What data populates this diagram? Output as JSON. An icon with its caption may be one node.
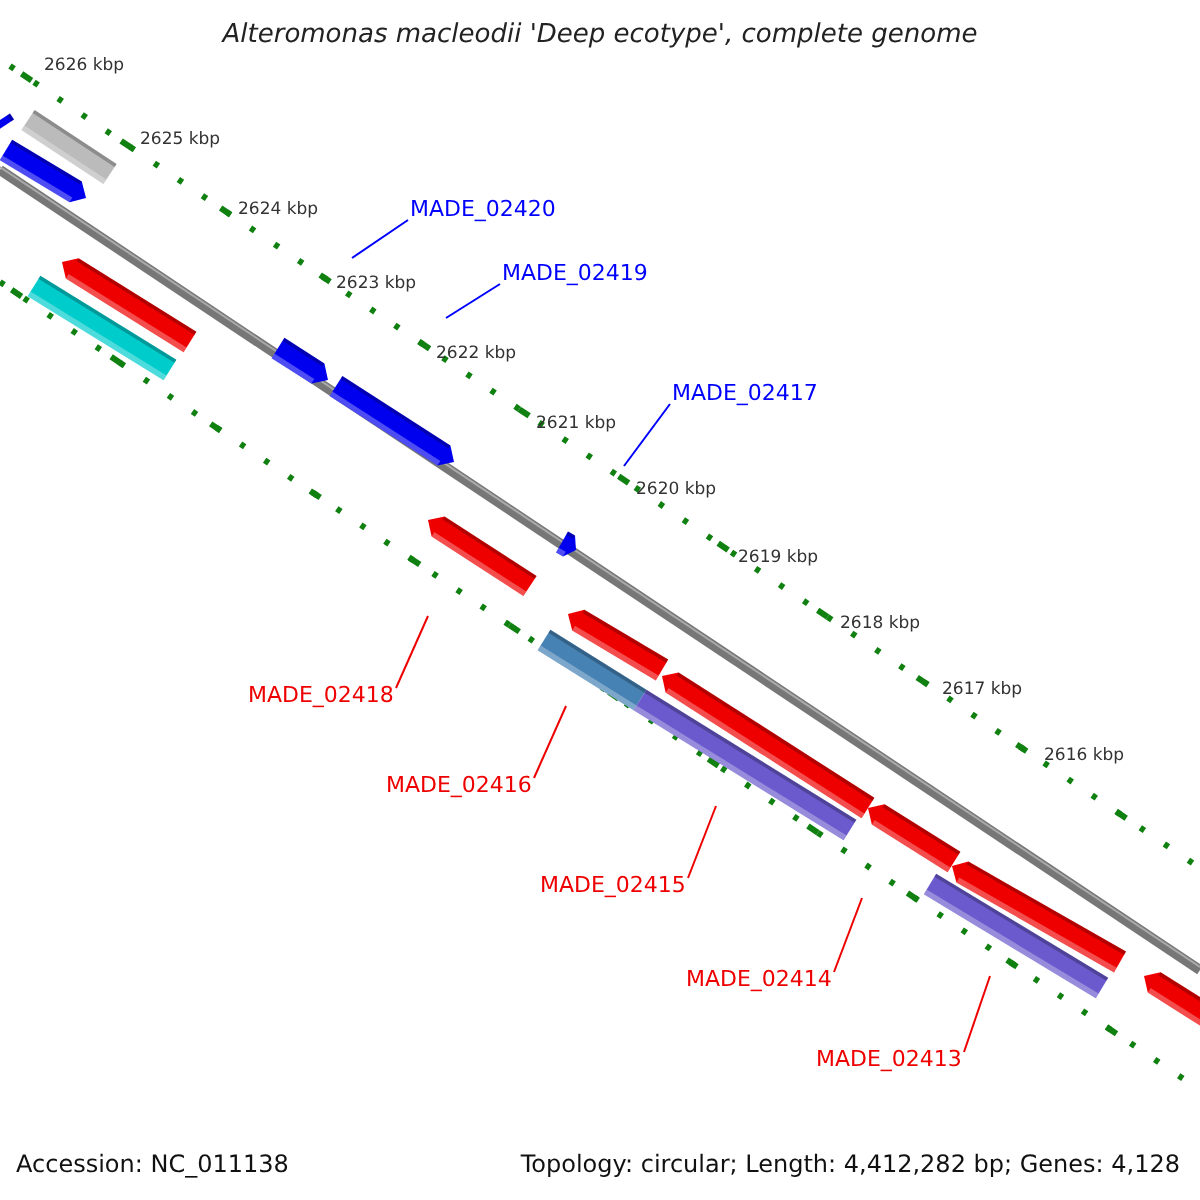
{
  "diagram": {
    "title": "Alteromonas macleodii 'Deep ecotype', complete genome",
    "nodes": [
      {
        "text": [
          "MADE_02420"
        ]
      },
      {
        "text": [
          "MADE_02419"
        ]
      },
      {
        "text": [
          "MADE_02417"
        ]
      },
      {
        "text": [
          "MADE_02418"
        ]
      },
      {
        "text": [
          "MADE_02416"
        ]
      },
      {
        "text": [
          "MADE_02415"
        ]
      },
      {
        "text": [
          "MADE_02414"
        ]
      },
      {
        "text": [
          "MADE_02413"
        ]
      }
    ],
    "edges": [
      {
        "from": 0,
        "to": null,
        "arrow": "none",
        "color": "#0000ff"
      },
      {
        "from": 1,
        "to": null,
        "arrow": "none",
        "color": "#0000ff"
      },
      {
        "from": 2,
        "to": null,
        "arrow": "none",
        "color": "#0000ff"
      },
      {
        "from": 3,
        "to": null,
        "arrow": "none"
      },
      {
        "from": 4,
        "to": null,
        "arrow": "none"
      },
      {
        "from": 5,
        "to": null,
        "arrow": "none"
      },
      {
        "from": 6,
        "to": null,
        "arrow": "none"
      },
      {
        "from": 7,
        "to": null,
        "arrow": "none"
      }
    ],
    "labels": [
      "2626 kbp",
      "2625 kbp",
      "2624 kbp",
      "2623 kbp",
      "2622 kbp",
      "2621 kbp",
      "2620 kbp",
      "2619 kbp",
      "2618 kbp",
      "2617 kbp",
      "2616 kbp",
      "Accession: NC_011138",
      "Topology: circular; Length: 4,412,282 bp; Genes: 4,128"
    ]
  }
}
